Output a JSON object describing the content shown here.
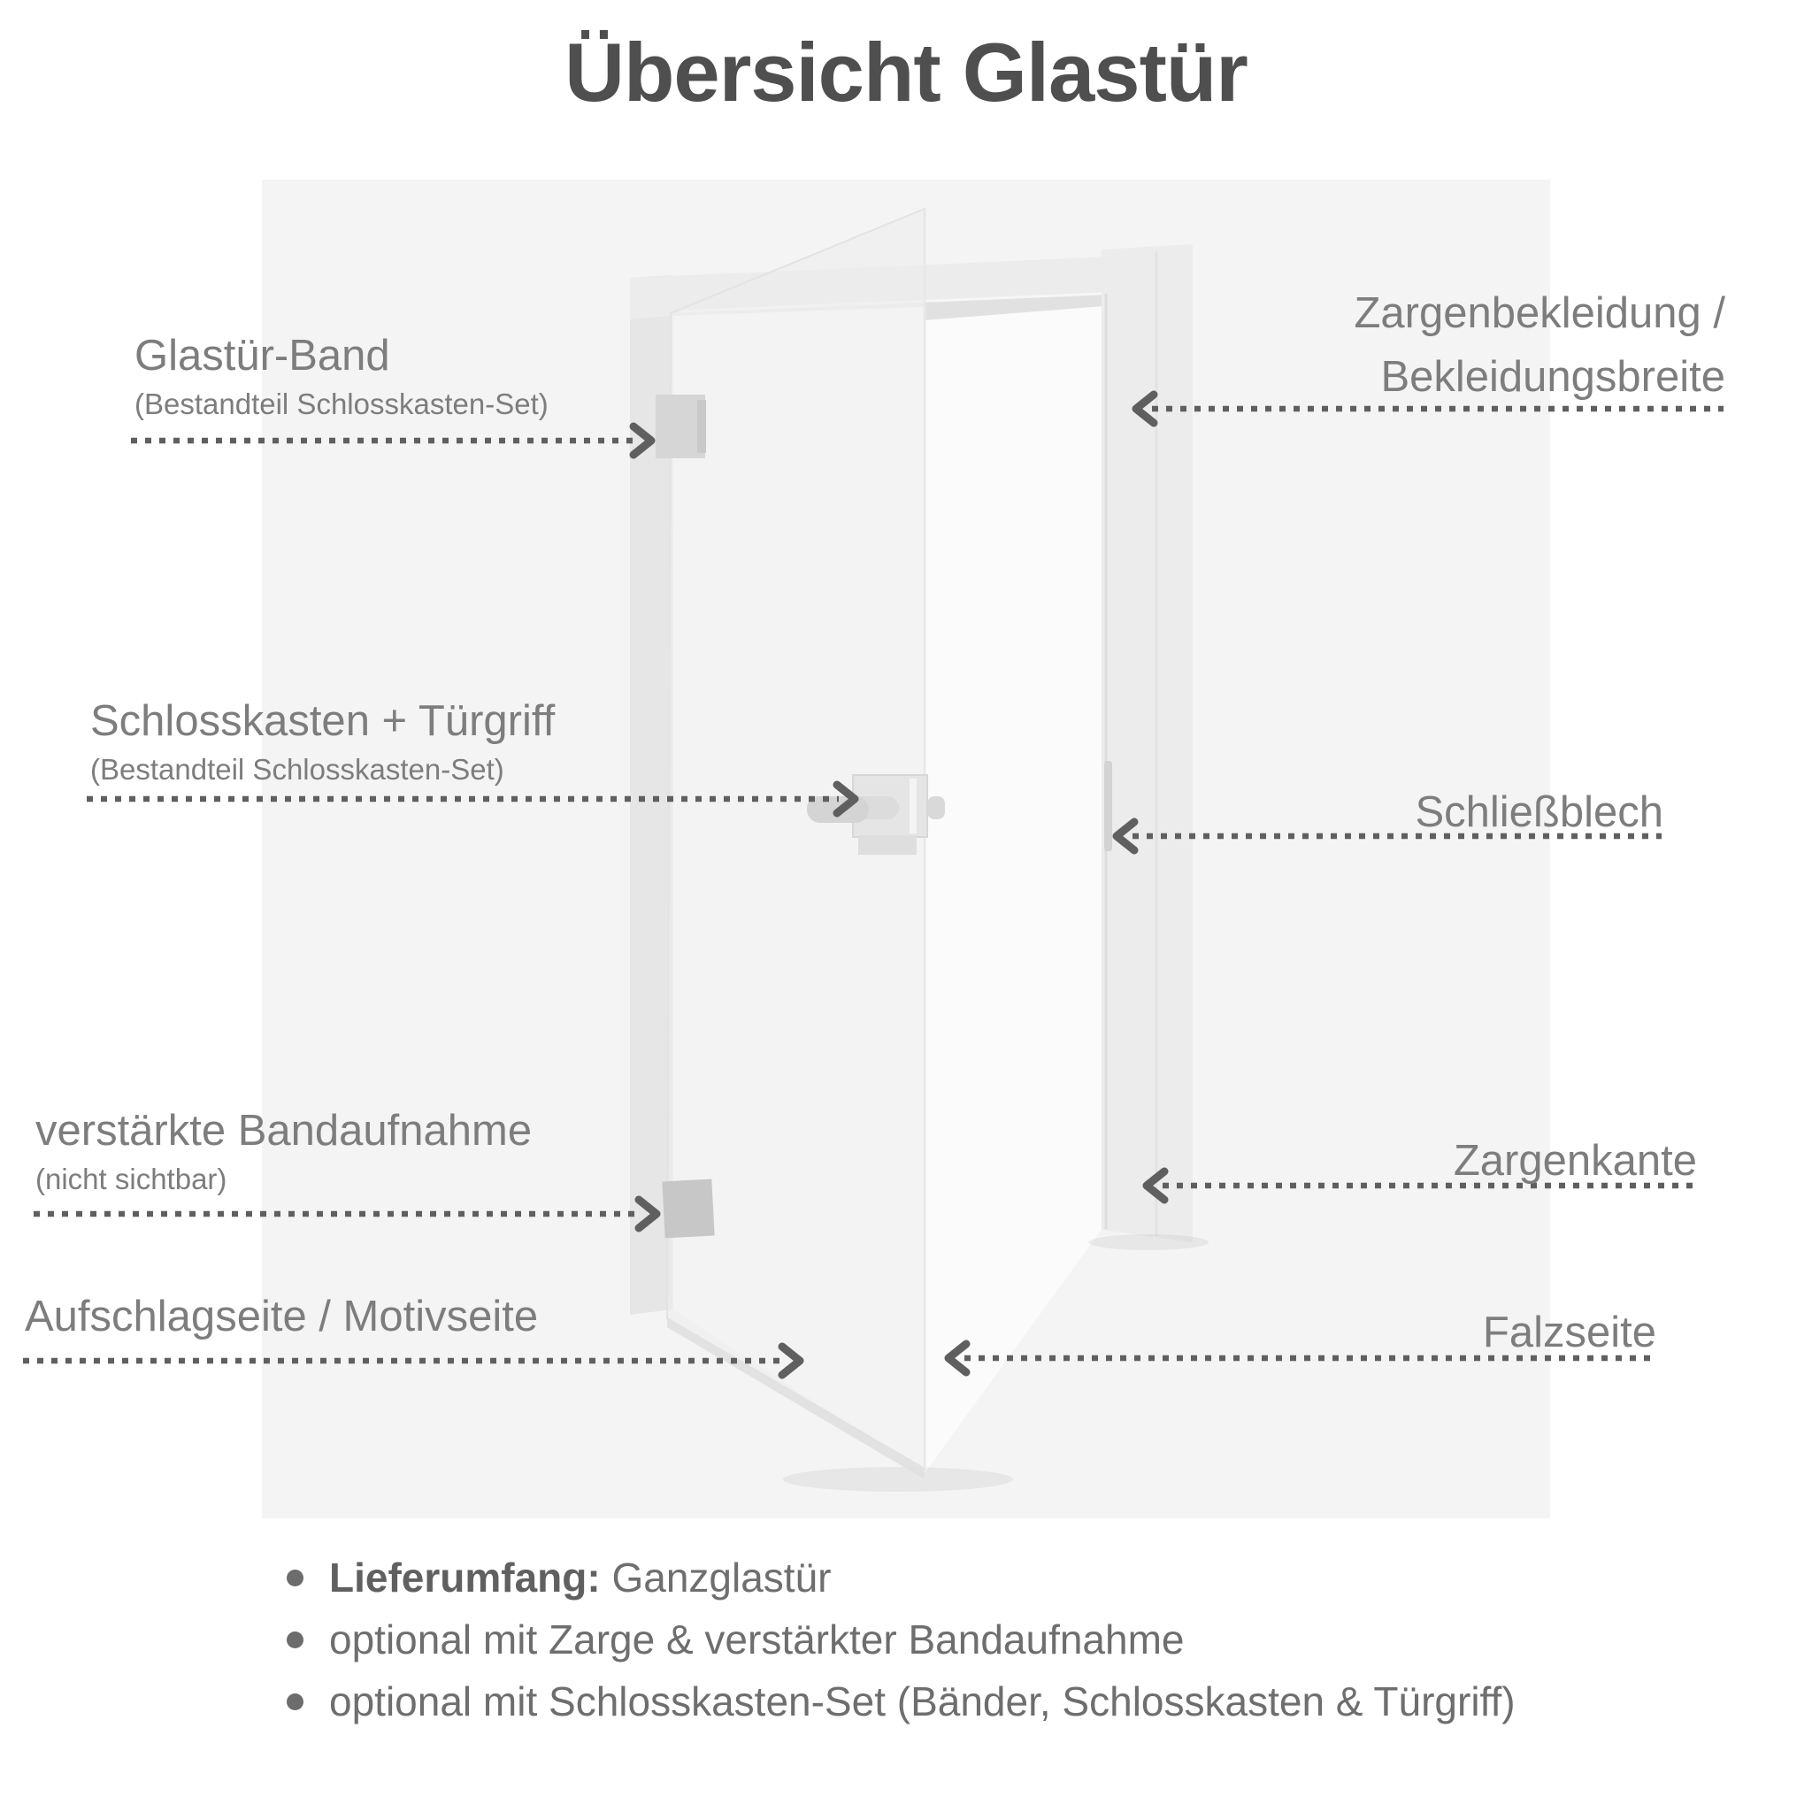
{
  "title": "Übersicht Glastür",
  "colors": {
    "heading_text": "#4f4f4f",
    "label_text": "#7d7d7d",
    "note_text": "#6e6e6e",
    "arrow": "#5f5f5f",
    "panel_bg": "#f4f4f4",
    "page_bg": "#ffffff"
  },
  "labels": {
    "glastuer_band": {
      "title": "Glastür-Band",
      "subtitle": "(Bestandteil Schlosskasten-Set)"
    },
    "schlosskasten": {
      "title": "Schlosskasten + Türgriff",
      "subtitle": "(Bestandteil Schlosskasten-Set)"
    },
    "bandaufnahme": {
      "title": "verstärkte Bandaufnahme",
      "subtitle": "(nicht sichtbar)"
    },
    "aufschlagseite": {
      "title": "Aufschlagseite / Motivseite"
    },
    "zargenbekleidung": {
      "line1": "Zargenbekleidung /",
      "line2": "Bekleidungsbreite"
    },
    "schliessblech": {
      "title": "Schließblech"
    },
    "zargenkante": {
      "title": "Zargenkante"
    },
    "falzseite": {
      "title": "Falzseite"
    }
  },
  "notes": [
    {
      "bold": "Lieferumfang:",
      "text": " Ganzglastür"
    },
    {
      "bold": "",
      "text": "optional mit Zarge & verstärkter Bandaufnahme"
    },
    {
      "bold": "",
      "text": "optional mit Schlosskasten-Set (Bänder, Schlosskasten & Türgriff)"
    }
  ]
}
